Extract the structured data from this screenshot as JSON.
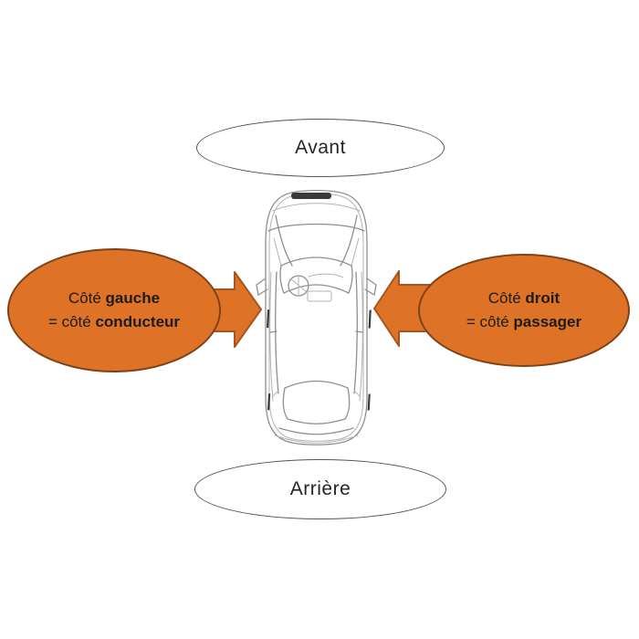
{
  "diagram": {
    "front_label": "Avant",
    "rear_label": "Arrière",
    "left_bubble": {
      "line1_pre": "Côté ",
      "line1_bold": "gauche",
      "line2_pre": "= côté ",
      "line2_bold": "conducteur"
    },
    "right_bubble": {
      "line1_pre": "Côté ",
      "line1_bold": "droit",
      "line2_pre": "= côté ",
      "line2_bold": "passager"
    },
    "icons": {
      "left_arrow": "block-arrow-pointing-right",
      "right_arrow": "block-arrow-pointing-left",
      "car": "car-top-view-sketch"
    },
    "colors": {
      "background": "#ffffff",
      "bubble_fill": "#de7327",
      "bubble_border": "#7e4218",
      "arrow_fill": "#de7327",
      "arrow_border": "#a5561e",
      "outline_bubble_fill": "#ffffff",
      "outline_bubble_border": "#555555",
      "label_text": "#262626",
      "bubble_text": "#1c1c1c",
      "sketch_line": "#8f8f8f",
      "sketch_dark": "#3a3a3a"
    }
  }
}
